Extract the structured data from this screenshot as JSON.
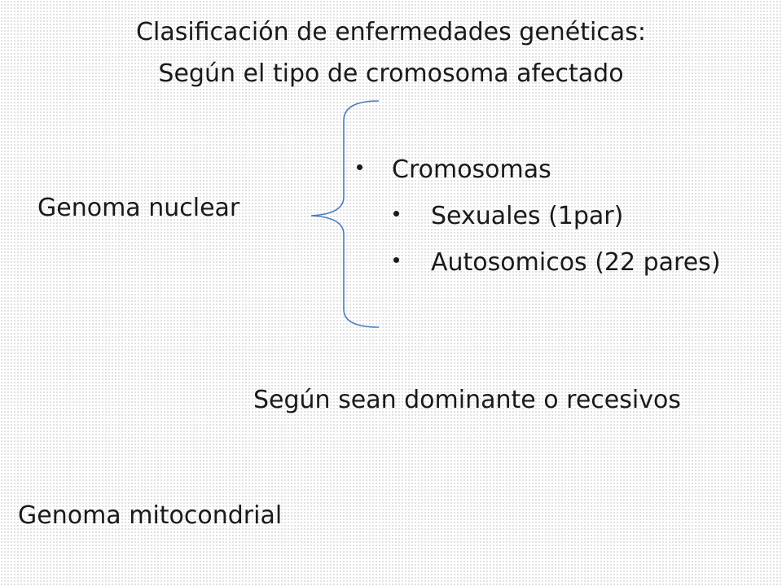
{
  "title": {
    "line1": "Clasificación de enfermedades genéticas:",
    "line2": "Según el tipo de cromosoma afectado"
  },
  "nuclear_label": "Genoma nuclear",
  "mito_label": "Genoma mitocondrial",
  "dominance_label": "Según sean dominante o recesivos",
  "bullets": {
    "main": "Cromosomas",
    "sub1": "Sexuales (1par)",
    "sub2": "Autosomicos (22 pares)"
  },
  "colors": {
    "brace": "#4a7ebb",
    "text": "#1a1a1a"
  }
}
